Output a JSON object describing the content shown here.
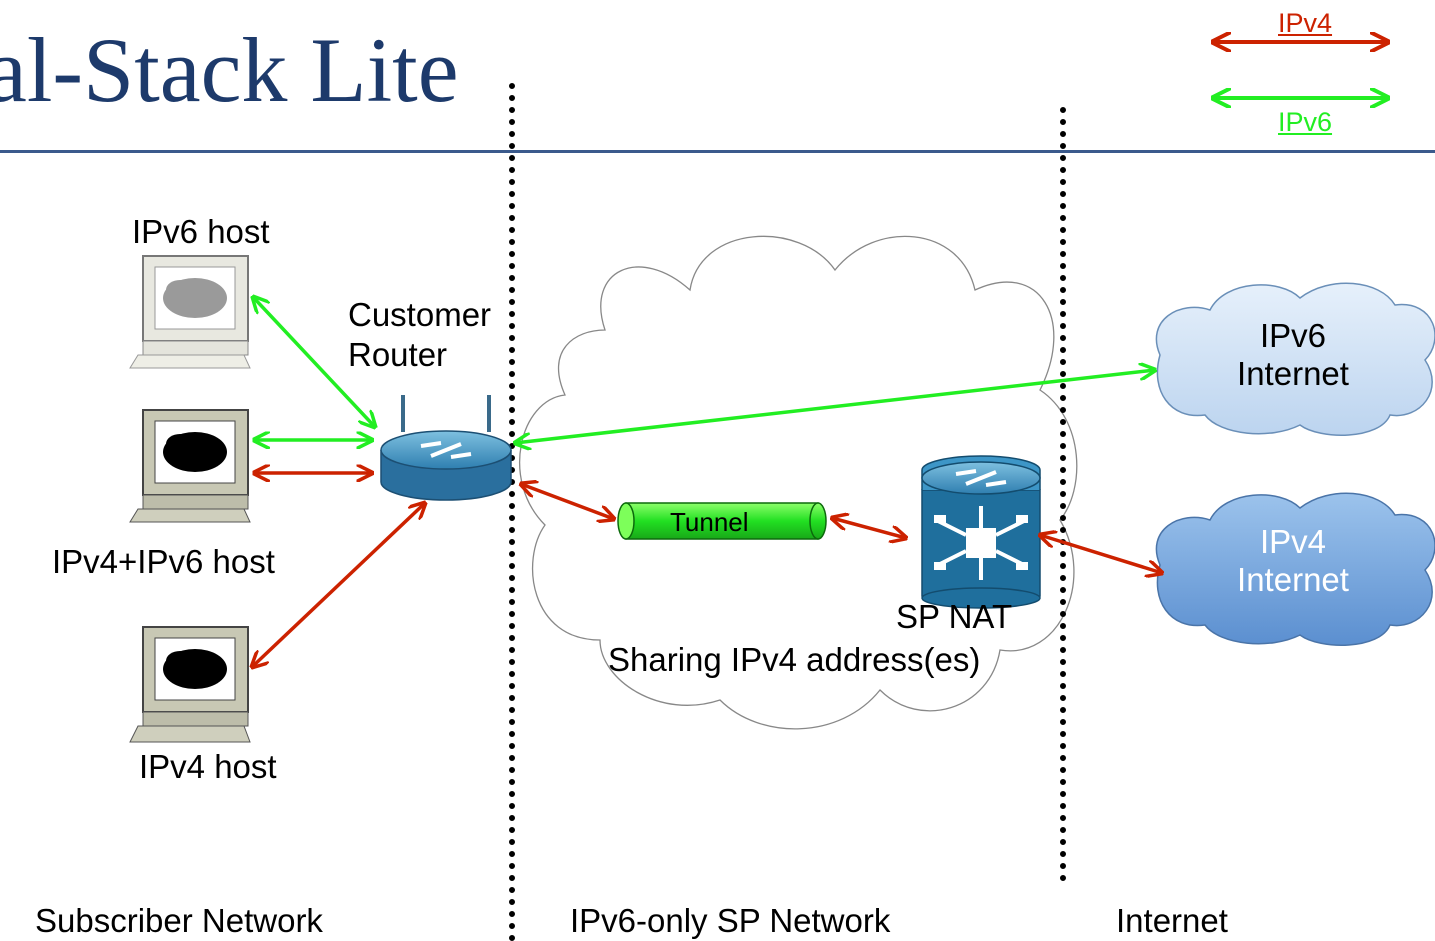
{
  "title": "ual-Stack Lite",
  "legend": {
    "ipv4": {
      "label": "IPv4",
      "color": "#cc2200"
    },
    "ipv6": {
      "label": "IPv6",
      "color": "#22ee22"
    }
  },
  "nodes": {
    "ipv6_host": "IPv6 host",
    "dual_host": "IPv4+IPv6 host",
    "ipv4_host": "IPv4 host",
    "customer_router_line1": "Customer",
    "customer_router_line2": "Router",
    "tunnel": "Tunnel",
    "sp_nat": "SP NAT",
    "sp_nat_sharing": "Sharing IPv4 address(es)",
    "ipv6_internet_line1": "IPv6",
    "ipv6_internet_line2": "Internet",
    "ipv4_internet_line1": "IPv4",
    "ipv4_internet_line2": "Internet"
  },
  "zones": {
    "subscriber": "Subscriber Network",
    "sp": "IPv6-only SP Network",
    "internet": "Internet"
  }
}
